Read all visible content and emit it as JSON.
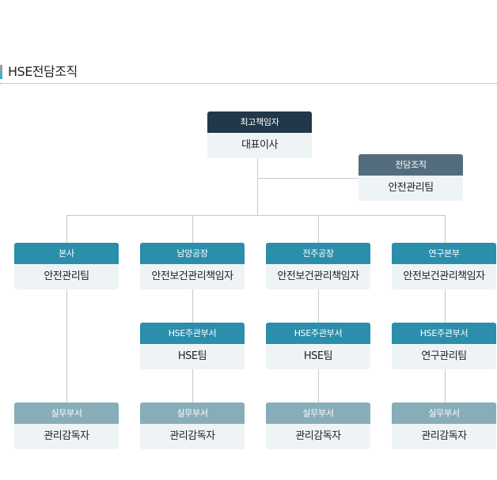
{
  "title": "HSE전담조직",
  "colors": {
    "accent": "#3bb3c9",
    "top": "#22374a",
    "dedicated": "#546d7e",
    "primary": "#2b8eab",
    "staff": "#87aeb8",
    "body": "#eef3f6",
    "line": "#c9c9c9"
  },
  "nodes": {
    "ceo": {
      "header": "최고책임자",
      "body": "대표이사"
    },
    "dedicated": {
      "header": "전담조직",
      "body": "안전관리팀"
    },
    "hq": {
      "header": "본사",
      "body": "안전관리팀"
    },
    "namyang": {
      "header": "남양공장",
      "body": "안전보건관리책임자"
    },
    "jeonju": {
      "header": "전주공장",
      "body": "안전보건관리책임자"
    },
    "research": {
      "header": "연구본부",
      "body": "안전보건관리책임자"
    },
    "namyang_dept": {
      "header": "HSE주관부서",
      "body": "HSE팀"
    },
    "jeonju_dept": {
      "header": "HSE주관부서",
      "body": "HSE팀"
    },
    "research_dept": {
      "header": "HSE주관부서",
      "body": "연구관리팀"
    },
    "hq_staff": {
      "header": "실무부서",
      "body": "관리감독자"
    },
    "namyang_staff": {
      "header": "실무부서",
      "body": "관리감독자"
    },
    "jeonju_staff": {
      "header": "실무부서",
      "body": "관리감독자"
    },
    "research_staff": {
      "header": "실무부서",
      "body": "관리감독자"
    }
  }
}
